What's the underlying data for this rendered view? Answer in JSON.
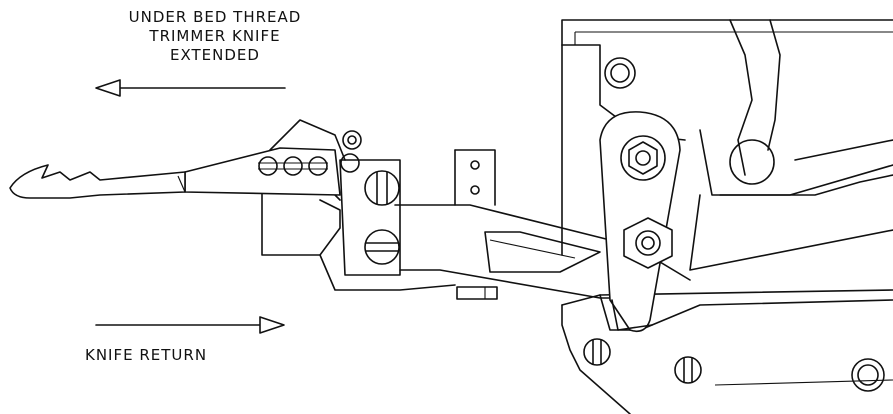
{
  "labels": {
    "extended_line1": "UNDER BED THREAD",
    "extended_line2": "TRIMMER KNIFE",
    "extended_line3": "EXTENDED",
    "return": "KNIFE RETURN"
  },
  "arrows": {
    "extended_direction": "left",
    "return_direction": "right"
  },
  "colors": {
    "line": "#111111",
    "background": "#ffffff"
  }
}
